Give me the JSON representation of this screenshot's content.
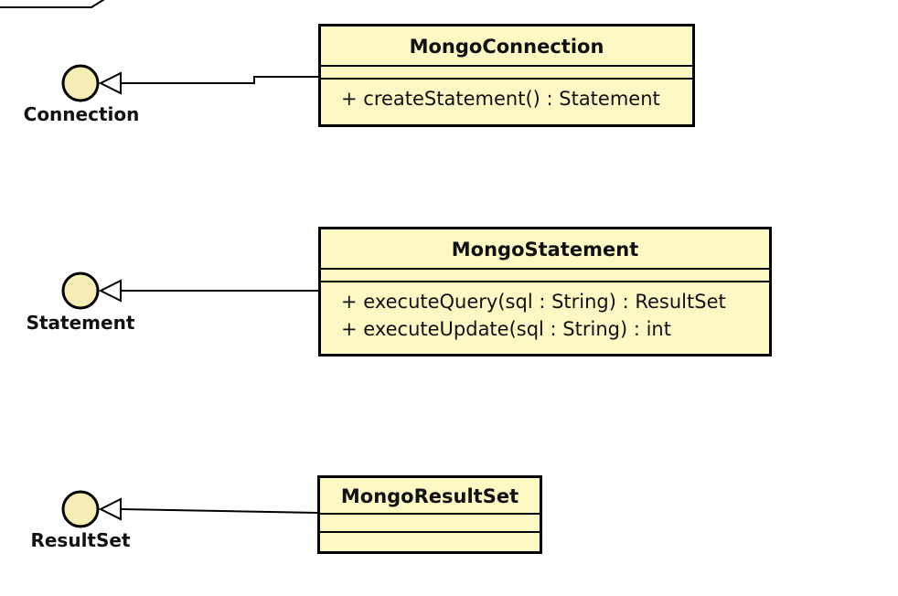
{
  "classes": [
    {
      "name": "MongoConnection",
      "operations": [
        "+ createStatement() : Statement"
      ]
    },
    {
      "name": "MongoStatement",
      "operations": [
        "+ executeQuery(sql : String) : ResultSet",
        "+ executeUpdate(sql : String) : int"
      ]
    },
    {
      "name": "MongoResultSet",
      "operations": []
    }
  ],
  "interfaces": [
    {
      "name": "Connection"
    },
    {
      "name": "Statement"
    },
    {
      "name": "ResultSet"
    }
  ],
  "colors": {
    "class_fill": "#fdf8c4",
    "interface_fill": "#f6eeb4",
    "stroke": "#000000"
  }
}
